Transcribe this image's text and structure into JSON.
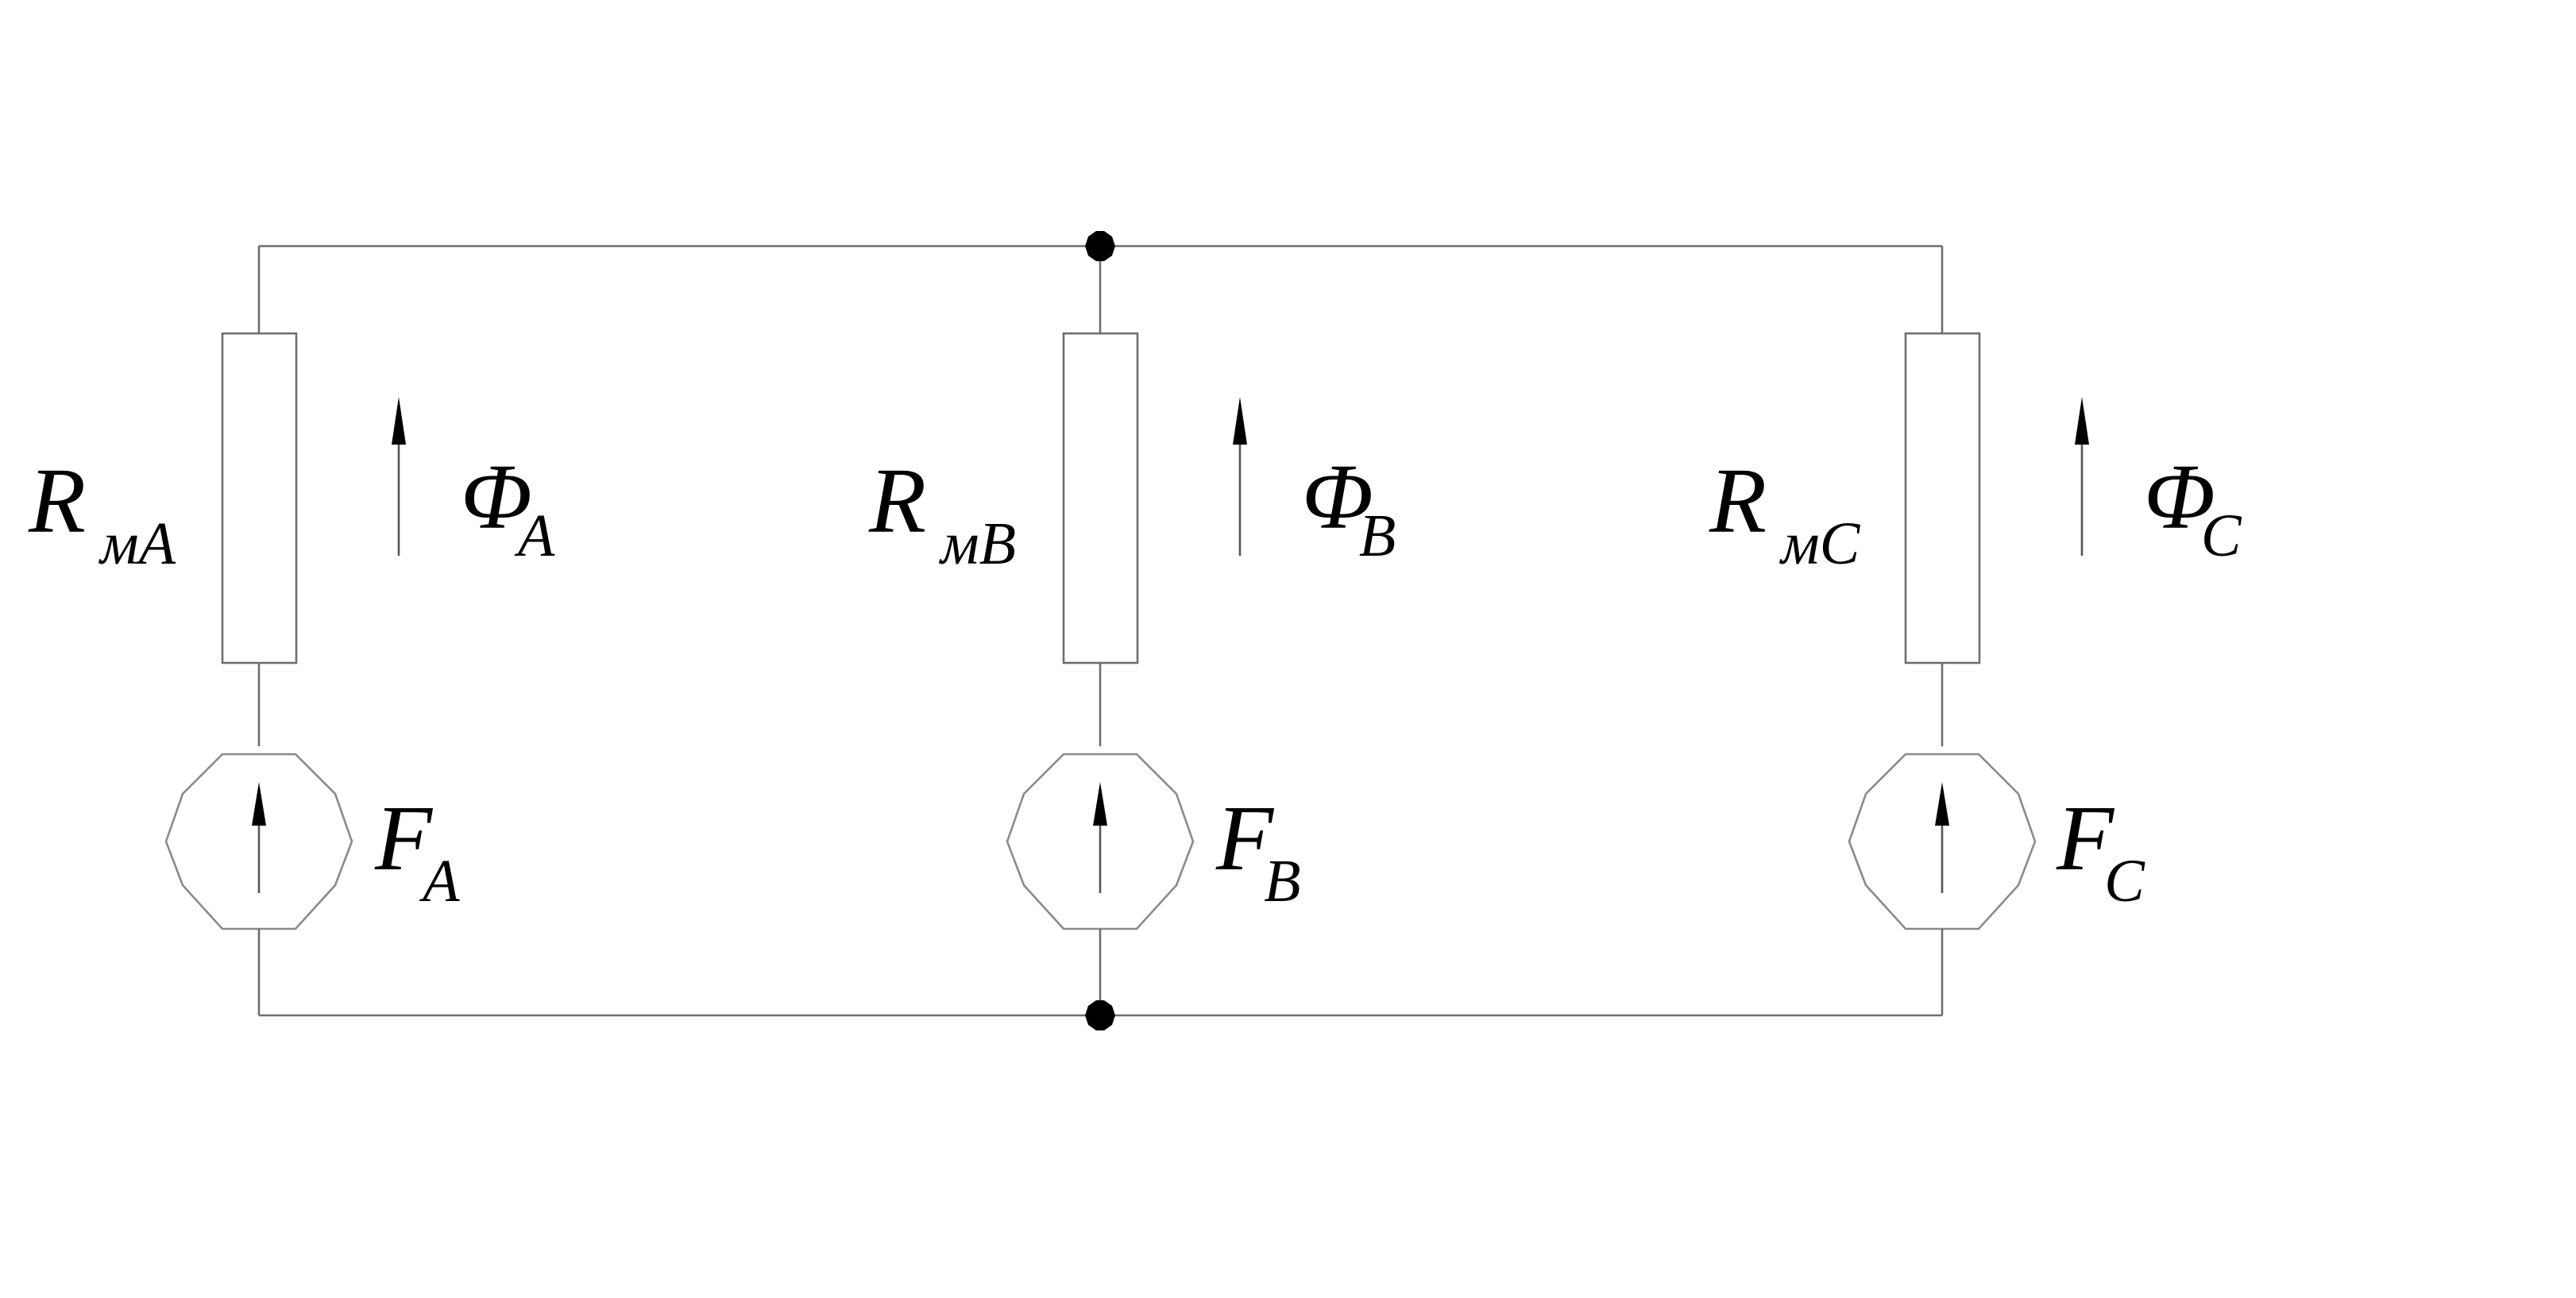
{
  "branches": [
    {
      "id": "a",
      "resistance": {
        "symbol": "R",
        "subscript": "мA"
      },
      "flux": {
        "symbol": "Φ",
        "subscript": "A"
      },
      "source": {
        "symbol": "F",
        "subscript": "A"
      }
    },
    {
      "id": "b",
      "resistance": {
        "symbol": "R",
        "subscript": "мB"
      },
      "flux": {
        "symbol": "Φ",
        "subscript": "B"
      },
      "source": {
        "symbol": "F",
        "subscript": "B"
      }
    },
    {
      "id": "c",
      "resistance": {
        "symbol": "R",
        "subscript": "мC"
      },
      "flux": {
        "symbol": "Φ",
        "subscript": "C"
      },
      "source": {
        "symbol": "F",
        "subscript": "C"
      }
    }
  ],
  "colors": {
    "wire": "#6e6e6e",
    "source_outline": "#8a8a8a",
    "node": "#000000",
    "text": "#000000"
  }
}
